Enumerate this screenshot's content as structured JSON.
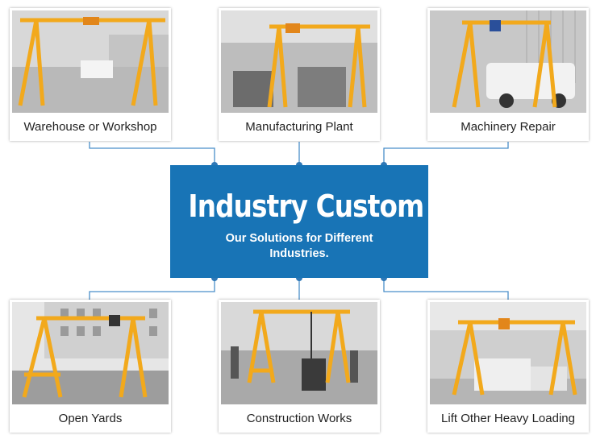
{
  "center": {
    "title": "Industry Custom",
    "subtitle": "Our Solutions for Different Industries."
  },
  "cards": [
    {
      "id": "warehouse",
      "label": "Warehouse or Workshop",
      "image": "warehouse-crane-photo"
    },
    {
      "id": "manufacturing",
      "label": "Manufacturing Plant",
      "image": "manufacturing-crane-photo"
    },
    {
      "id": "machinery",
      "label": "Machinery Repair",
      "image": "machinery-repair-crane-photo"
    },
    {
      "id": "open-yards",
      "label": "Open Yards",
      "image": "open-yard-crane-photo"
    },
    {
      "id": "construction",
      "label": "Construction Works",
      "image": "construction-crane-photo"
    },
    {
      "id": "heavy-loading",
      "label": "Lift Other Heavy Loading",
      "image": "heavy-loading-crane-photo"
    }
  ],
  "colors": {
    "accent": "#1874b6",
    "connector": "#4a8fc9",
    "crane": "#f2a91c"
  }
}
